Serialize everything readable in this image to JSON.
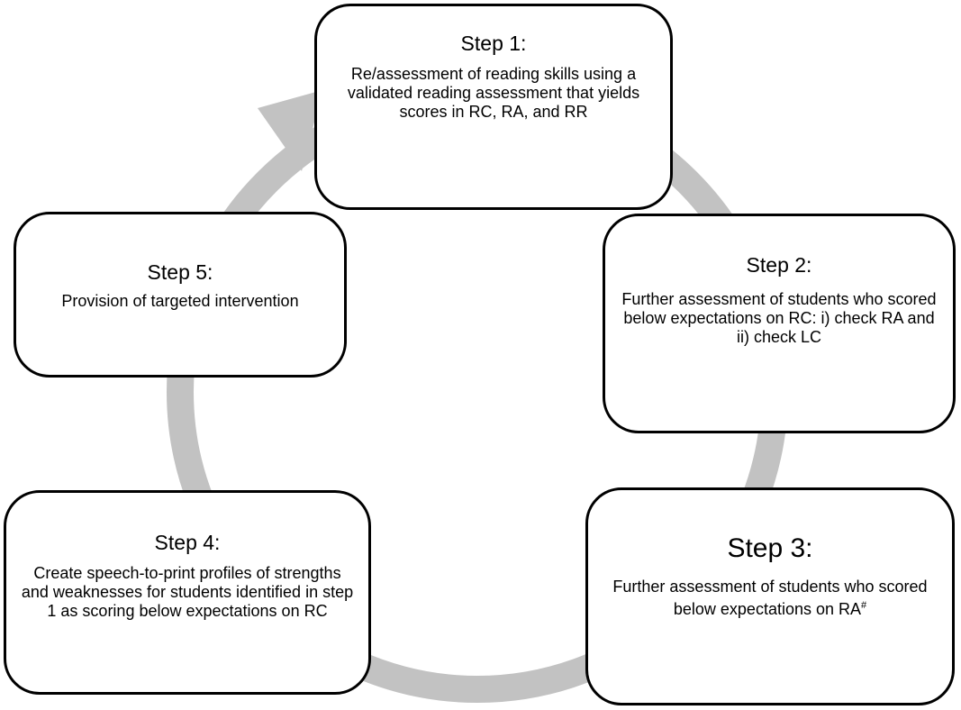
{
  "colors": {
    "cycle_arrow": "#c2c2c2",
    "box_border": "#000000",
    "box_fill": "#ffffff"
  },
  "steps": [
    {
      "title": "Step 1:",
      "text": "Re/assessment of reading skills using a validated reading assessment that yields scores in RC, RA, and RR"
    },
    {
      "title": "Step 2:",
      "text": "Further assessment of students who scored below expectations on RC: i) check RA and ii) check LC"
    },
    {
      "title": "Step 3:",
      "text": "Further assessment of students who scored below expectations on RA",
      "superscript": "#"
    },
    {
      "title": "Step 4:",
      "text": "Create speech-to-print profiles of strengths and weaknesses for students identified in step 1 as scoring below expectations on RC"
    },
    {
      "title": "Step 5:",
      "text": "Provision of targeted intervention"
    }
  ]
}
